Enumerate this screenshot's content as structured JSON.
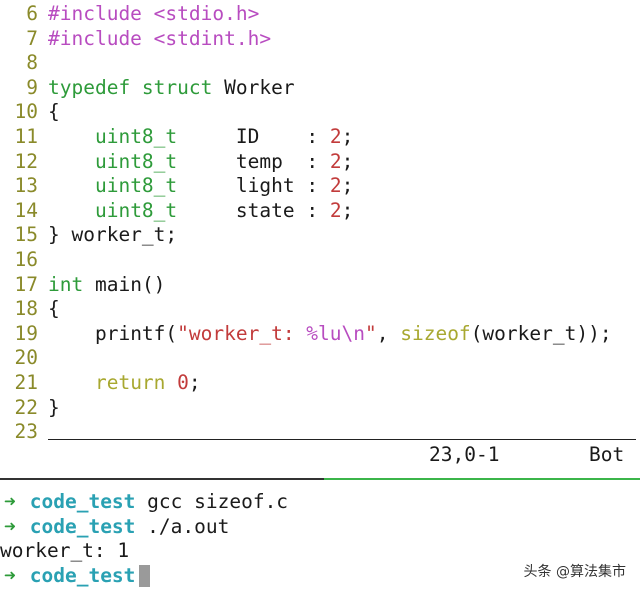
{
  "editor": {
    "lines": [
      {
        "n": "6"
      },
      {
        "n": "7"
      },
      {
        "n": "8"
      },
      {
        "n": "9"
      },
      {
        "n": "10"
      },
      {
        "n": "11"
      },
      {
        "n": "12"
      },
      {
        "n": "13"
      },
      {
        "n": "14"
      },
      {
        "n": "15"
      },
      {
        "n": "16"
      },
      {
        "n": "17"
      },
      {
        "n": "18"
      },
      {
        "n": "19"
      },
      {
        "n": "20"
      },
      {
        "n": "21"
      },
      {
        "n": "22"
      },
      {
        "n": "23"
      }
    ],
    "code": {
      "l6": {
        "kw": "#include",
        "path": "<stdio.h>"
      },
      "l7": {
        "kw": "#include",
        "path": "<stdint.h>"
      },
      "l9": {
        "kw": "typedef struct",
        "name": "Worker"
      },
      "l10": {
        "text": "{"
      },
      "l11": {
        "type": "uint8_t",
        "field": "ID",
        "colon": ":",
        "bits": "2",
        "semi": ";"
      },
      "l12": {
        "type": "uint8_t",
        "field": "temp",
        "colon": ":",
        "bits": "2",
        "semi": ";"
      },
      "l13": {
        "type": "uint8_t",
        "field": "light",
        "colon": ":",
        "bits": "2",
        "semi": ";"
      },
      "l14": {
        "type": "uint8_t",
        "field": "state",
        "colon": ":",
        "bits": "2",
        "semi": ";"
      },
      "l15": {
        "text": "} worker_t;"
      },
      "l17": {
        "kw": "int",
        "text": "main()"
      },
      "l18": {
        "text": "{"
      },
      "l19": {
        "fn": "printf(",
        "str1": "\"worker_t: ",
        "fmt": "%lu\\n",
        "str2": "\"",
        "sep": ", ",
        "kw": "sizeof",
        "tail": "(worker_t));"
      },
      "l21": {
        "kw": "return",
        "num": "0",
        "semi": ";"
      },
      "l22": {
        "text": "}"
      }
    },
    "status": {
      "position": "23,0-1",
      "scroll": "Bot"
    }
  },
  "terminal": {
    "prompt_arrow": "➜",
    "dir": "code_test",
    "lines": [
      {
        "cmd": "gcc sizeof.c"
      },
      {
        "cmd": "./a.out"
      }
    ],
    "output": "worker_t: 1"
  },
  "watermark": "头条 @算法集市",
  "colors": {
    "keyword": "#2e9b3a",
    "preprocessor": "#b84cc0",
    "number": "#c23b3b",
    "line_number": "#8a8a2a",
    "dir": "#2aa1b3",
    "active_pane": "#3bb54a"
  }
}
